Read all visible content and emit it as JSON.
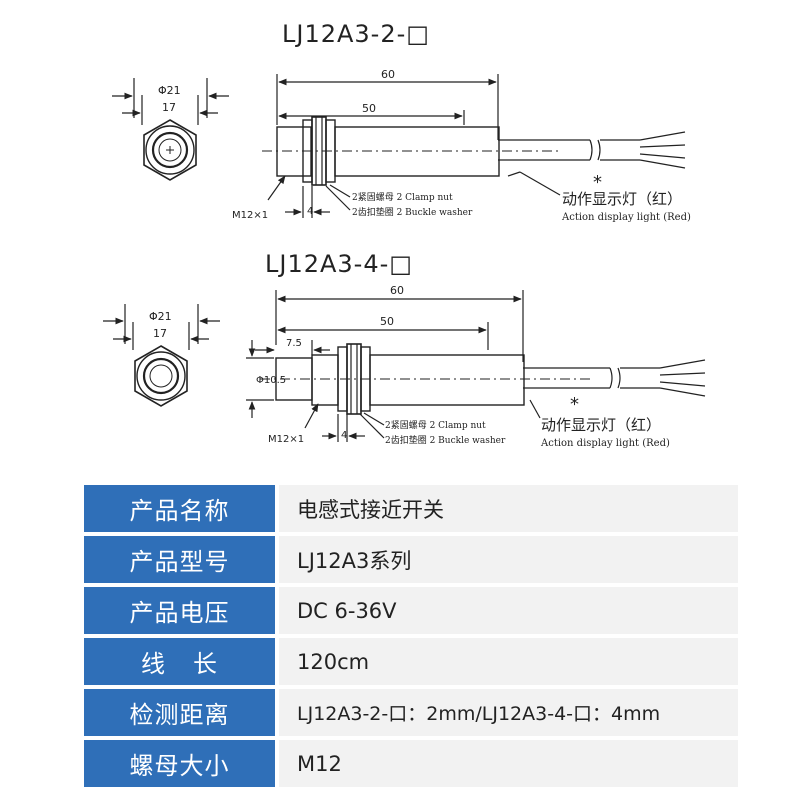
{
  "diagram1": {
    "title": "LJ12A3-2-□",
    "dia_outer": "Φ21",
    "dia_inner": "17",
    "len_total": "60",
    "len_body": "50",
    "thread": "M12×1",
    "nut_width": "4",
    "clamp_nut": "2紧固螺母  2 Clamp nut",
    "washer": "2齿扣垫圈  2 Buckle washer",
    "asterisk": "*",
    "light_cn": "动作显示灯（红）",
    "light_en": "Action display light (Red)"
  },
  "diagram2": {
    "title": "LJ12A3-4-□",
    "dia_outer": "Φ21",
    "dia_inner": "17",
    "len_total": "60",
    "len_body": "50",
    "front_len": "7.5",
    "front_dia": "Φ10.5",
    "thread": "M12×1",
    "nut_width": "4",
    "clamp_nut": "2紧固螺母  2 Clamp nut",
    "washer": "2齿扣垫圈  2 Buckle washer",
    "asterisk": "*",
    "light_cn": "动作显示灯（红）",
    "light_en": "Action display light (Red)"
  },
  "specs": [
    {
      "key": "产品名称",
      "value": "电感式接近开关"
    },
    {
      "key": "产品型号",
      "value": "LJ12A3系列"
    },
    {
      "key": "产品电压",
      "value": "DC 6-36V"
    },
    {
      "key_a": "线",
      "key_b": "长",
      "value": "120cm"
    },
    {
      "key": "检测距离",
      "value": "LJ12A3-2-口：2mm/LJ12A3-4-口：4mm"
    },
    {
      "key": "螺母大小",
      "value": "M12"
    }
  ],
  "colors": {
    "key_bg": "#2f6fb8",
    "value_bg": "#f2f2f2",
    "line": "#222222"
  }
}
